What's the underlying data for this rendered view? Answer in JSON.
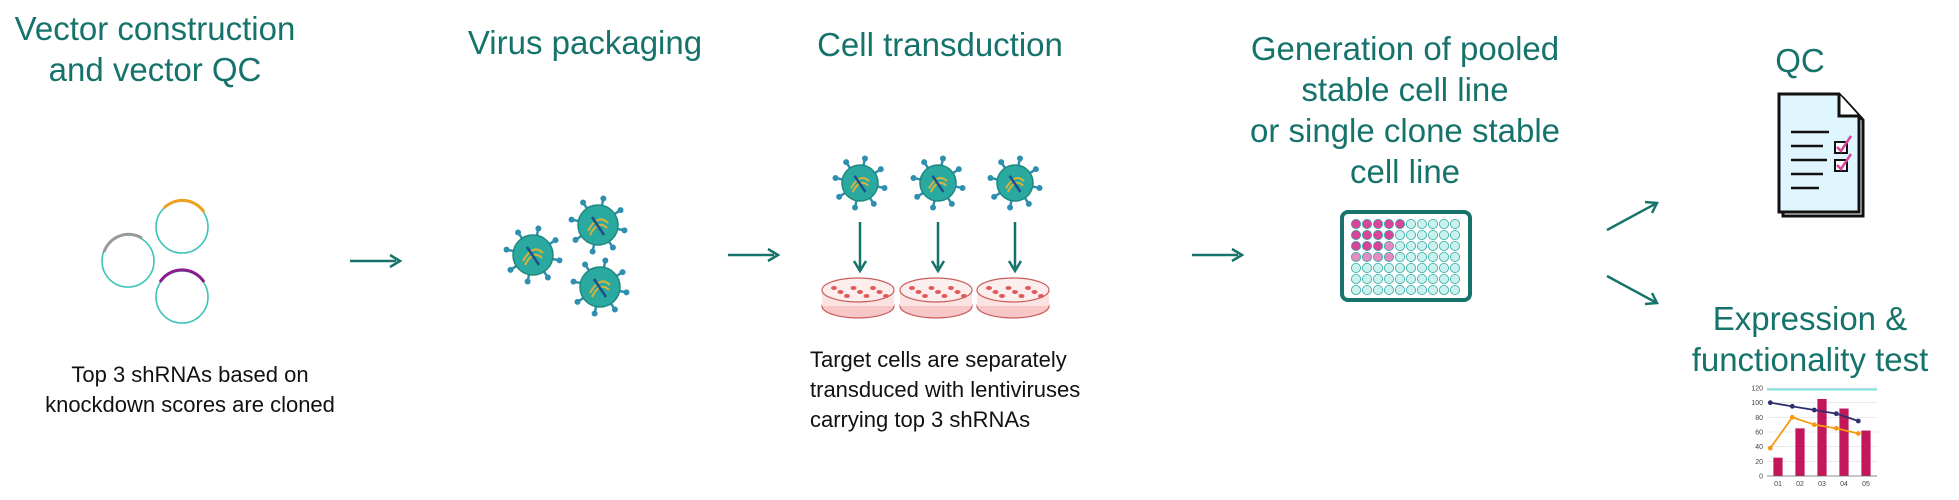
{
  "steps": [
    {
      "title_lines": [
        "Vector construction",
        "and vector QC"
      ],
      "caption_lines": [
        "Top 3 shRNAs based on",
        "knockdown scores are cloned"
      ]
    },
    {
      "title_lines": [
        "Virus packaging"
      ]
    },
    {
      "title_lines": [
        "Cell transduction"
      ],
      "caption_lines": [
        "Target cells are separately",
        "transduced with lentiviruses",
        "carrying top 3 shRNAs"
      ]
    },
    {
      "title_lines": [
        "Generation of pooled",
        "stable cell line",
        "or single clone stable",
        "cell line"
      ]
    },
    {
      "title_lines": [
        "QC"
      ]
    },
    {
      "title_lines": [
        "Expression &",
        "functionality test"
      ]
    }
  ],
  "chart_data": {
    "type": "bar",
    "categories": [
      "01",
      "02",
      "03",
      "04",
      "05"
    ],
    "y_ticks": [
      "0",
      "20",
      "40",
      "60",
      "80",
      "100",
      "120"
    ],
    "ylim": [
      0,
      120
    ],
    "series": [
      {
        "kind": "bar",
        "values": [
          25,
          65,
          105,
          92,
          62
        ],
        "color": "#c2185b"
      },
      {
        "kind": "line",
        "values": [
          100,
          95,
          90,
          85,
          75
        ],
        "color": "#2e2f6e"
      },
      {
        "kind": "line",
        "values": [
          38,
          80,
          70,
          65,
          58
        ],
        "color": "#f39c12"
      }
    ],
    "reference_line": 118
  },
  "colors": {
    "accent": "#16736b",
    "virus": "#2aa9a0",
    "dish": "#e05a5a",
    "plate_well": "#c9f2ef",
    "plate_pink": "#d9449a"
  }
}
